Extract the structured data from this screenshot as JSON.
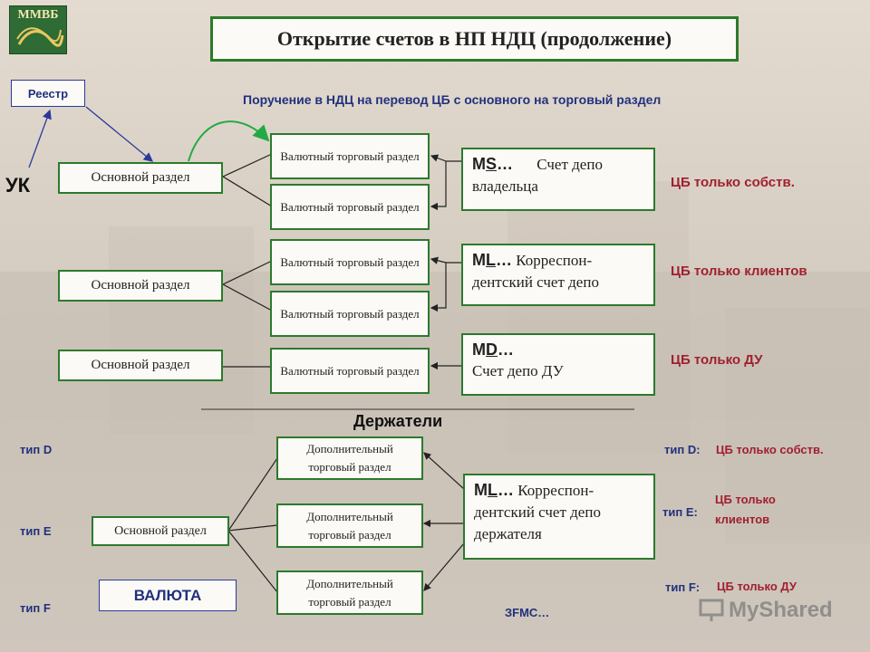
{
  "logo": {
    "text": "ММВБ"
  },
  "title": "Открытие счетов в НП НДЦ (продолжение)",
  "registry": "Реестр",
  "uk": "УК",
  "order_text": "Поручение в НДЦ на перевод ЦБ с основного на торговый раздел",
  "main_section": "Основной раздел",
  "currency_trade_section": "Валютный торговый раздел",
  "accounts": {
    "ms": {
      "code_pre": "M",
      "code_u": "S",
      "code_post": "…",
      "desc1": "Счет депо",
      "desc2": "владельца"
    },
    "ml": {
      "code_pre": "M",
      "code_u": "L",
      "code_post": "…",
      "desc1": "Корреспон-",
      "desc2": "дентский счет депо"
    },
    "md": {
      "code_pre": "M",
      "code_u": "D",
      "code_post": "…",
      "desc1": "Счет депо ДУ"
    },
    "ml2": {
      "code_pre": "M",
      "code_u": "L",
      "code_post": "…",
      "desc1": "Корреспон-",
      "desc2": "дентский счет депо",
      "desc3": "держателя"
    }
  },
  "notes": {
    "own": "ЦБ только собств.",
    "clients": "ЦБ только клиентов",
    "du": "ЦБ только ДУ"
  },
  "holders": "Держатели",
  "types": {
    "d": "тип D",
    "e": "тип E",
    "f": "тип F"
  },
  "types_right": {
    "d": "тип D:",
    "e": "тип E:",
    "f": "тип F:"
  },
  "notes_right": {
    "d": "ЦБ только собств.",
    "e1": "ЦБ только",
    "e2": "клиентов",
    "f": "ЦБ только ДУ"
  },
  "extra_section": "Дополнительный торговый раздел",
  "currency": "ВАЛЮТА",
  "zfmc": "ЗFMC…",
  "watermark": "MyShared"
}
